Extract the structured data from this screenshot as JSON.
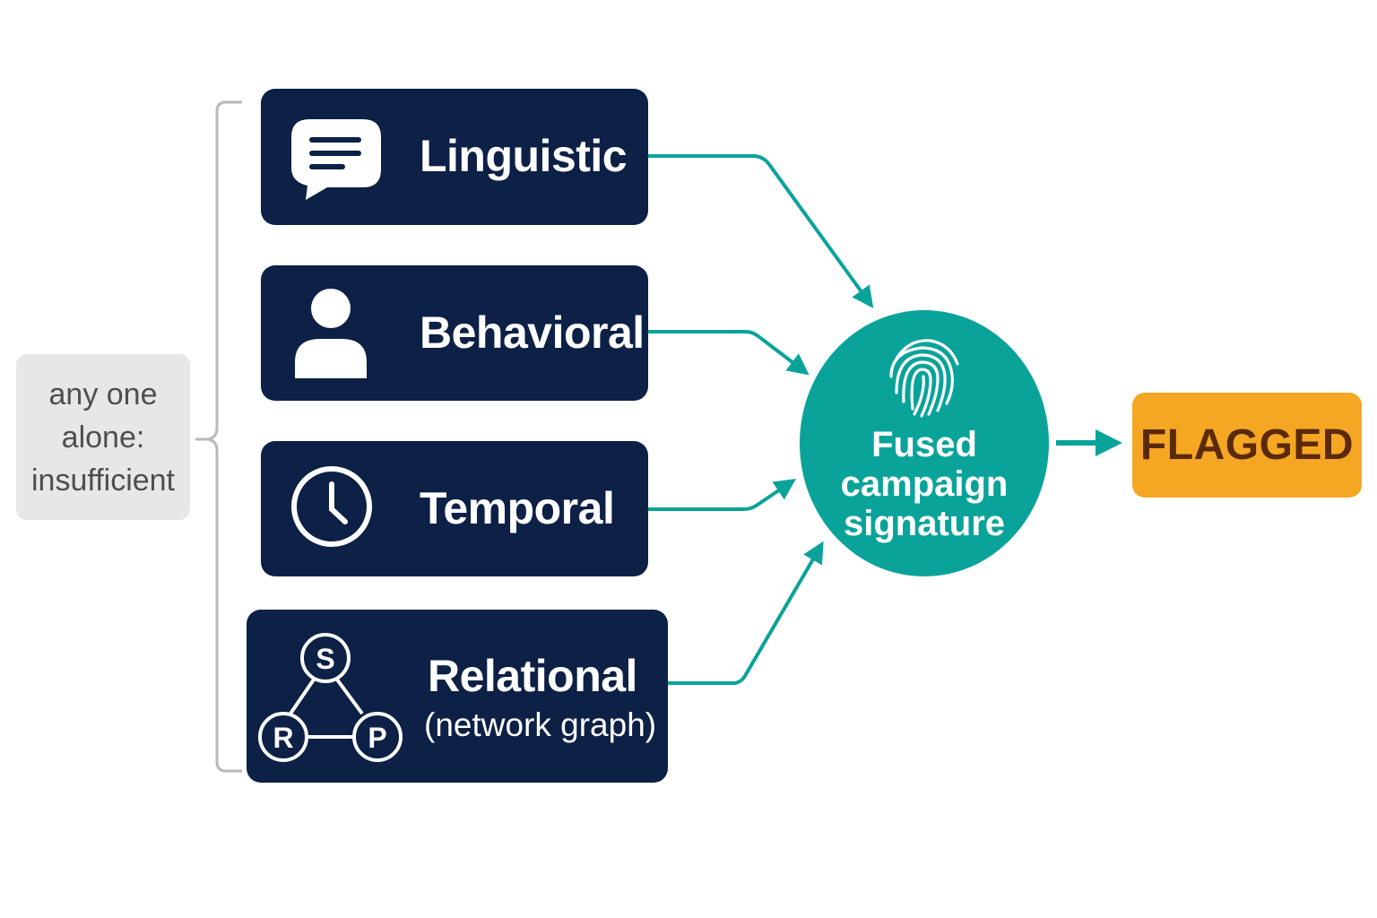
{
  "note": {
    "text": "any one alone: insufficient"
  },
  "signals": [
    {
      "label": "Linguistic",
      "icon": "speech-bubble-icon"
    },
    {
      "label": "Behavioral",
      "icon": "person-icon"
    },
    {
      "label": "Temporal",
      "icon": "clock-icon"
    },
    {
      "label": "Relational",
      "sublabel": "(network graph)",
      "icon": "network-graph-icon",
      "graph_nodes": [
        "S",
        "R",
        "P"
      ]
    }
  ],
  "fused": {
    "text": "Fused campaign signature",
    "icon": "fingerprint-icon"
  },
  "outcome": {
    "text": "FLAGGED"
  },
  "colors": {
    "signal_box": "#0d2046",
    "accent_teal": "#0aa39a",
    "outcome": "#f5a623",
    "outcome_text": "#5a2a0a",
    "note_bg": "#e7e7e7",
    "bracket": "#b9b9b9"
  }
}
